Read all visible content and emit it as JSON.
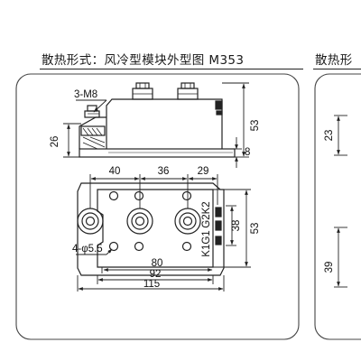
{
  "main_panel": {
    "title": "散热形式：风冷型模块外型图 M353",
    "side_view": {
      "screw_label": "3-M8",
      "height_total": "53",
      "height_base": "26",
      "base_thickness": "8"
    },
    "top_view": {
      "pitch_1": "40",
      "pitch_2": "36",
      "pitch_3": "29",
      "hole_label": "4-φ5.5",
      "width_inner": "80",
      "width_mid": "92",
      "width_total": "115",
      "height_inner": "38",
      "height_total": "53",
      "terminal_label_top": "G2K2",
      "terminal_label_bottom": "K1G1"
    }
  },
  "right_panel": {
    "title": "散热形",
    "dim_upper": "23",
    "dim_lower": "39"
  },
  "colors": {
    "line": "#222222",
    "panel_border": "#444444"
  }
}
